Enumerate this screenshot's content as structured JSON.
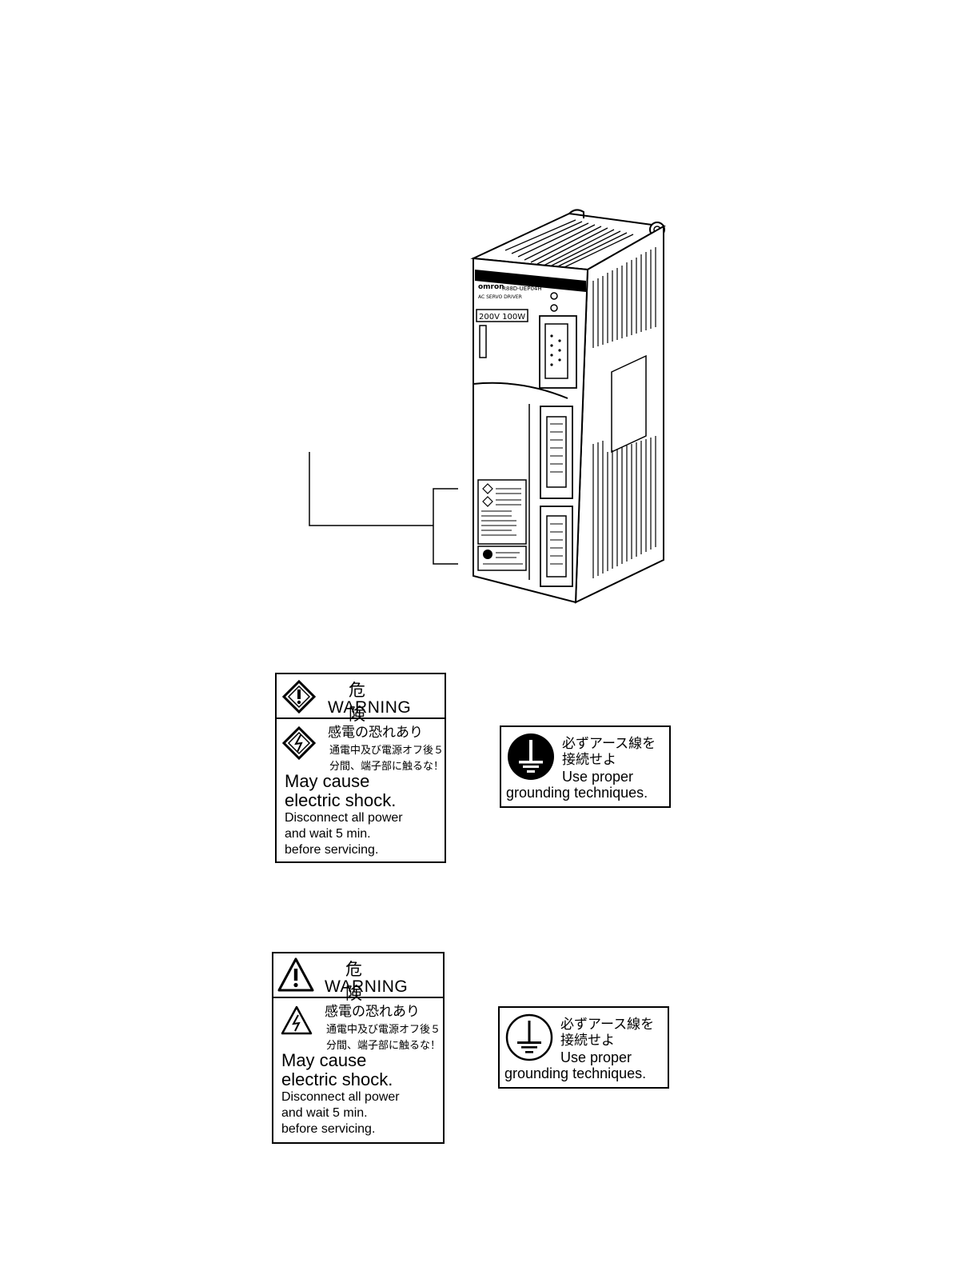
{
  "device": {
    "brand": "omron",
    "model": "R88D-UEP04H",
    "subtitle": "AC SERVO DRIVER",
    "rating": "200V 100W"
  },
  "label_a": {
    "jp_title": "危 険",
    "en_title": "WARNING",
    "jp_line1": "感電の恐れあり",
    "jp_line2": "通電中及び電源オフ後５",
    "jp_line3": "分間、端子部に触るな！",
    "en_line1": "May cause",
    "en_line2": "electric shock.",
    "en_line3": "Disconnect all power",
    "en_line4": "and wait 5 min.",
    "en_line5": "before servicing."
  },
  "label_b": {
    "jp_line1": "必ずアース線を",
    "jp_line2": "接続せよ",
    "en_line1": "Use proper",
    "en_line2": "grounding techniques."
  },
  "label_c": {
    "jp_title": "危 険",
    "en_title": "WARNING",
    "jp_line1": "感電の恐れあり",
    "jp_line2": "通電中及び電源オフ後５",
    "jp_line3": "分間、端子部に触るな！",
    "en_line1": "May cause",
    "en_line2": "electric shock.",
    "en_line3": "Disconnect all power",
    "en_line4": "and wait 5 min.",
    "en_line5": "before servicing."
  },
  "label_d": {
    "jp_line1": "必ずアース線を",
    "jp_line2": "接続せよ",
    "en_line1": "Use proper",
    "en_line2": "grounding techniques."
  },
  "colors": {
    "ink": "#000000",
    "paper": "#ffffff"
  }
}
